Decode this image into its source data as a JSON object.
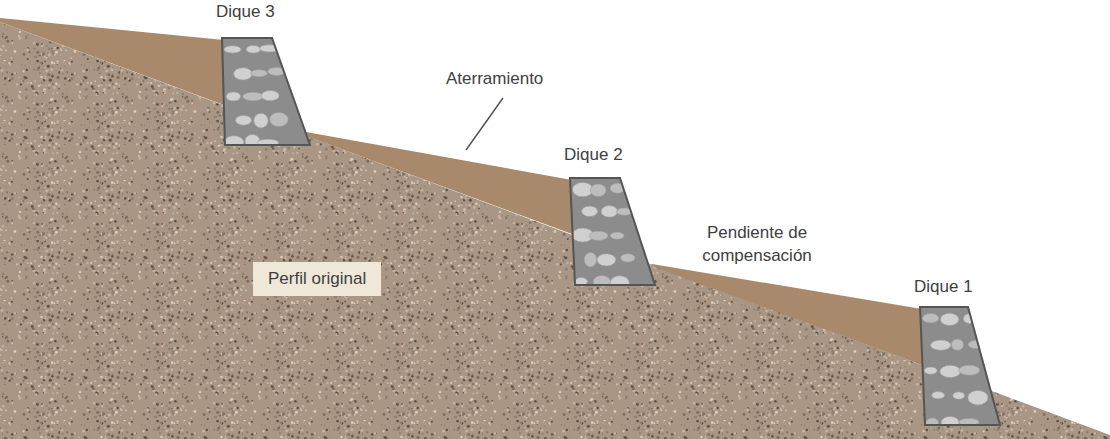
{
  "diagram": {
    "nodes": [
      {
        "text": [
          "Dique 3"
        ]
      },
      {
        "text": [
          "Dique 2"
        ]
      },
      {
        "text": [
          "Dique 1"
        ]
      },
      {
        "text": [
          "Perfil original"
        ]
      }
    ],
    "labels": [
      "Aterramiento",
      "Pendiente de compensación"
    ]
  }
}
